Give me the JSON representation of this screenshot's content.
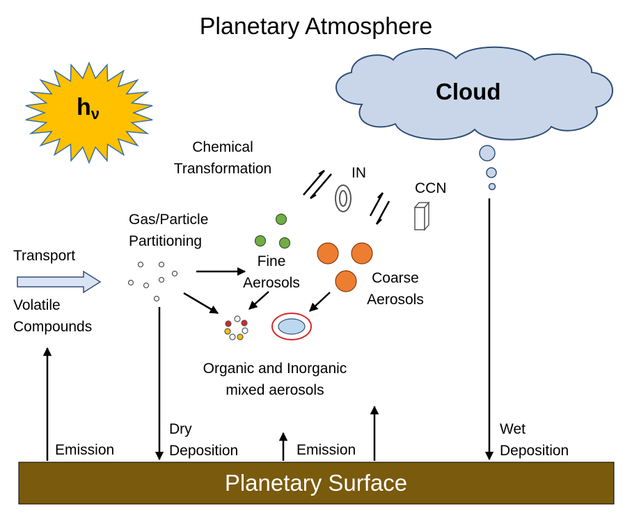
{
  "title": "Planetary Atmosphere",
  "surface_label": "Planetary Surface",
  "cloud_label": "Cloud",
  "sun_label": {
    "base": "h",
    "sub": "ν"
  },
  "labels": {
    "chemical": [
      "Chemical",
      "Transformation"
    ],
    "in": "IN",
    "ccn": "CCN",
    "gas_particle": [
      "Gas/Particle",
      "Partitioning"
    ],
    "fine": [
      "Fine",
      "Aerosols"
    ],
    "coarse": [
      "Coarse",
      "Aerosols"
    ],
    "transport": "Transport",
    "volatile": [
      "Volatile",
      "Compounds"
    ],
    "mixed": [
      "Organic and Inorganic",
      "mixed aerosols"
    ],
    "emission_left": "Emission",
    "dry": [
      "Dry",
      "Deposition"
    ],
    "emission_mid": "Emission",
    "wet": [
      "Wet",
      "Deposition"
    ]
  },
  "colors": {
    "surface": "#7a5a0d",
    "sun_fill": "#ffc000",
    "sun_stroke": "#3a6ea5",
    "cloud_fill": "#c9d6ea",
    "cloud_stroke": "#2f4f73",
    "fine_aerosol": "#70ad47",
    "coarse_aerosol": "#ed7d31",
    "mixed_ring": "#d62728",
    "mixed_core": "#bdd7ee",
    "arrow": "#000000"
  }
}
